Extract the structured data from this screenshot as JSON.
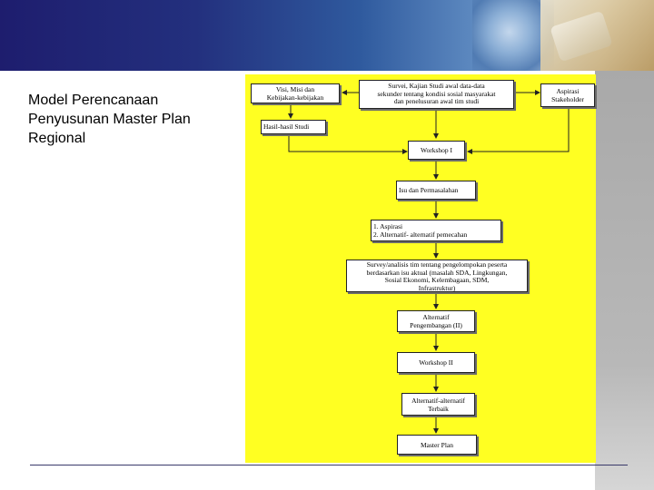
{
  "slide": {
    "title": "Model Perencanaan\nPenyusunan Master Plan\nRegional"
  },
  "diagram": {
    "visi": "Visi, Misi dan\nKebijakan-kebijakan",
    "survei": "Survei, Kajian Studi awal data-data\nsekunder tentang kondisi sosial masyarakat\ndan penelusuran awal tim studi",
    "aspirasi": "Aspirasi\nStakeholder",
    "hasil": "Hasil-hasil Studi",
    "workshop1": "Workshop I",
    "isu": "Isu dan Permasalahan",
    "aspirasi_list": "1. Aspirasi\n2. Alternatif- alternatif pemecahan",
    "survey_analisis": "Survey/analisis tim tentang pengelompokan peserta\nberdasarkan isu aktual (masalah SDA, Lingkungan,\nSosial Ekonomi, Kelembagaan, SDM,\nInfrastruktur)",
    "alternatif": "Alternatif\nPengembangan (II)",
    "workshop2": "Workshop II",
    "alternatif_terbaik": "Alternatif-alternatif\nTerbaik",
    "master_plan": "Master Plan"
  },
  "colors": {
    "diagram_background": "#ffff22",
    "header_dark": "#1e1d6e"
  }
}
